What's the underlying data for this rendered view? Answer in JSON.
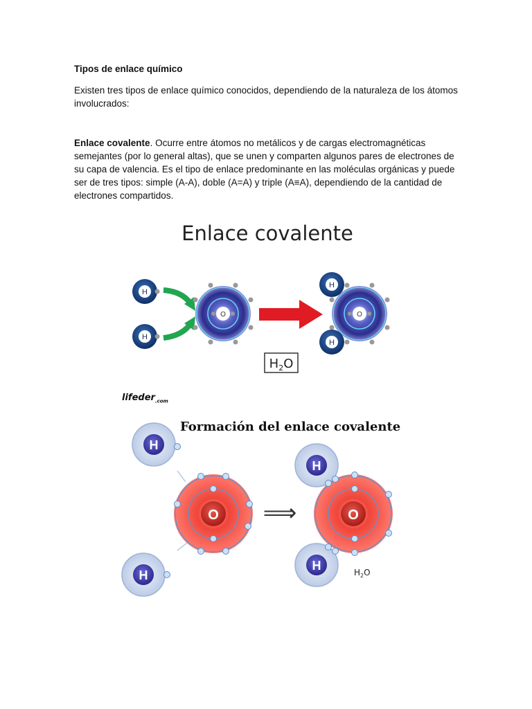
{
  "doc": {
    "heading": "Tipos de enlace químico",
    "intro": "Existen tres tipos de enlace químico conocidos, dependiendo de la naturaleza de los átomos involucrados:",
    "covalent_term": "Enlace covalente",
    "covalent_text": ". Ocurre entre átomos no metálicos y de cargas electromagnéticas semejantes (por lo general altas), que se unen y comparten algunos pares de electrones de su capa de valencia. Es el tipo de enlace predominante en las moléculas orgánicas y puede ser de tres tipos: simple (A-A), doble (A=A) y triple (A≡A), dependiendo de la cantidad de electrones compartidos."
  },
  "figure1": {
    "title": "Enlace covalente",
    "h_label": "H",
    "o_label": "O",
    "formula_main": "H",
    "formula_sub": "2",
    "formula_end": "O",
    "arrow_color": "#e01b24",
    "curve_arrow_color": "#22a550"
  },
  "figure2": {
    "brand": "lifeder",
    "brand_domain": ".com",
    "title": "Formación del enlace covalente",
    "h_label": "H",
    "o_label": "O",
    "arrow": "⟹",
    "formula_main": "H",
    "formula_sub": "2",
    "formula_end": "O"
  }
}
